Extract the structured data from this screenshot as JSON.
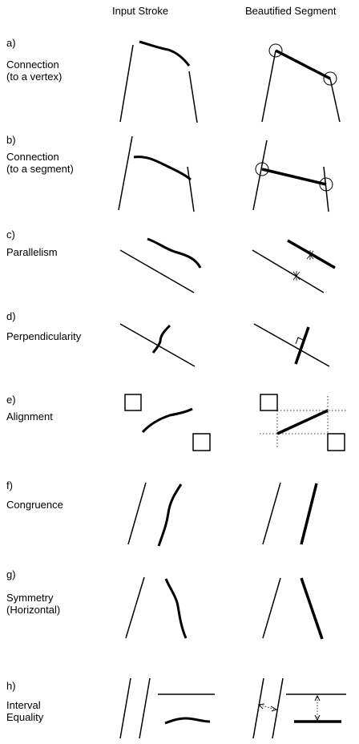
{
  "headers": {
    "input": "Input Stroke",
    "output": "Beautified Segment"
  },
  "rows": [
    {
      "letter": "a)",
      "label": "Connection\n(to a vertex)"
    },
    {
      "letter": "b)",
      "label": "Connection\n(to a segment)"
    },
    {
      "letter": "c)",
      "label": "Parallelism"
    },
    {
      "letter": "d)",
      "label": "Perpendicularity"
    },
    {
      "letter": "e)",
      "label": "Alignment"
    },
    {
      "letter": "f)",
      "label": "Congruence"
    },
    {
      "letter": "g)",
      "label": "Symmetry\n(Horizontal)"
    },
    {
      "letter": "h)",
      "label": "Interval\nEquality"
    }
  ]
}
